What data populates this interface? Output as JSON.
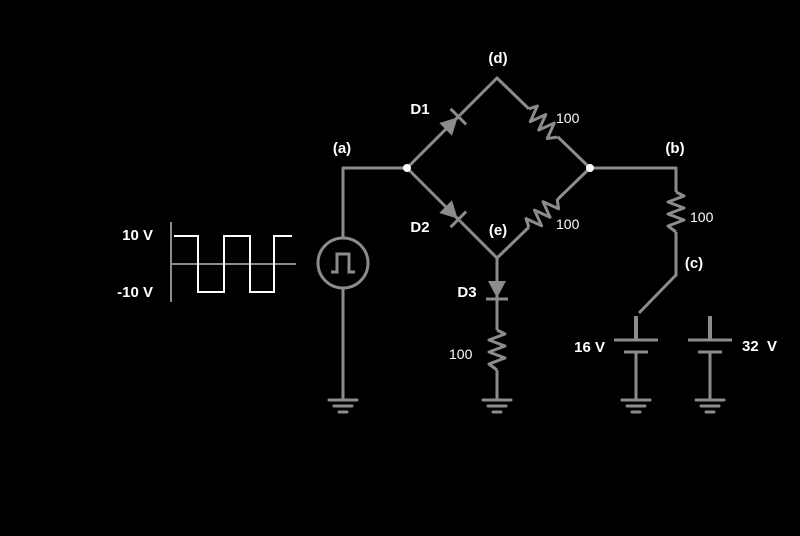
{
  "colors": {
    "background": "#000000",
    "wire": "#8c8c8c",
    "text": "#ffffff",
    "waveform": "#ffffff"
  },
  "waveform": {
    "high_label": "10 V",
    "low_label": "-10 V"
  },
  "nodes": {
    "a": "(a)",
    "b": "(b)",
    "c": "(c)",
    "d": "(d)",
    "e": "(e)"
  },
  "diodes": {
    "d1": "D1",
    "d2": "D2",
    "d3": "D3"
  },
  "resistors": {
    "r_dc": "100",
    "r_eb": "100",
    "r_bc": "100",
    "r_d3": "100"
  },
  "batteries": {
    "left": "16 V",
    "right": "32  V"
  }
}
